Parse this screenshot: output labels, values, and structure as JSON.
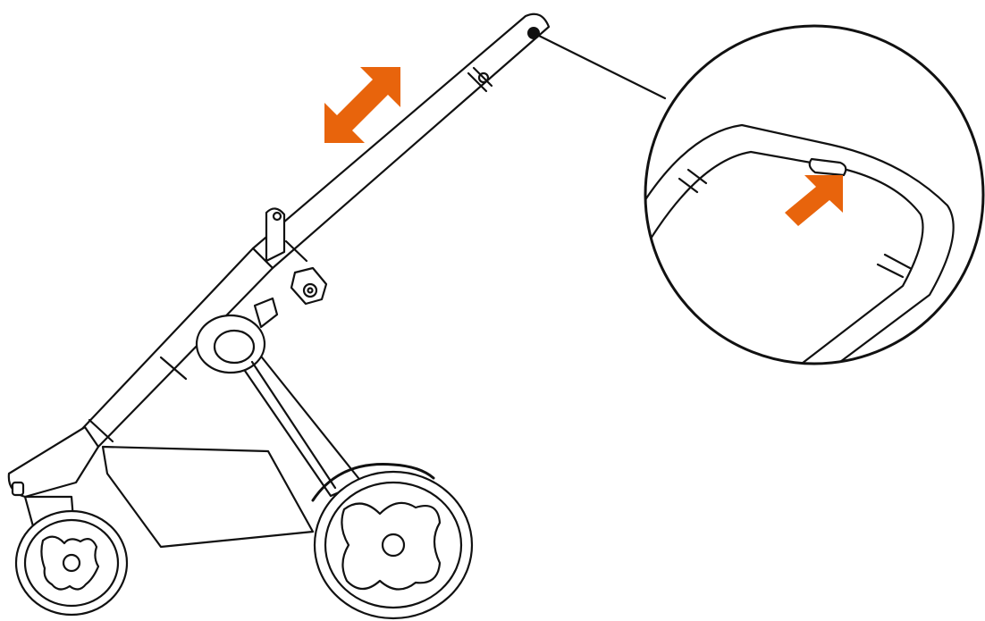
{
  "colors": {
    "accent": "#E8640C",
    "line": "#111111",
    "background": "#FFFFFF"
  },
  "diagram": {
    "subject": "stroller-frame",
    "callout_detail": "handlebar-release-button",
    "arrows": [
      "adjust-handle-double-arrow",
      "press-button-arrow"
    ]
  }
}
